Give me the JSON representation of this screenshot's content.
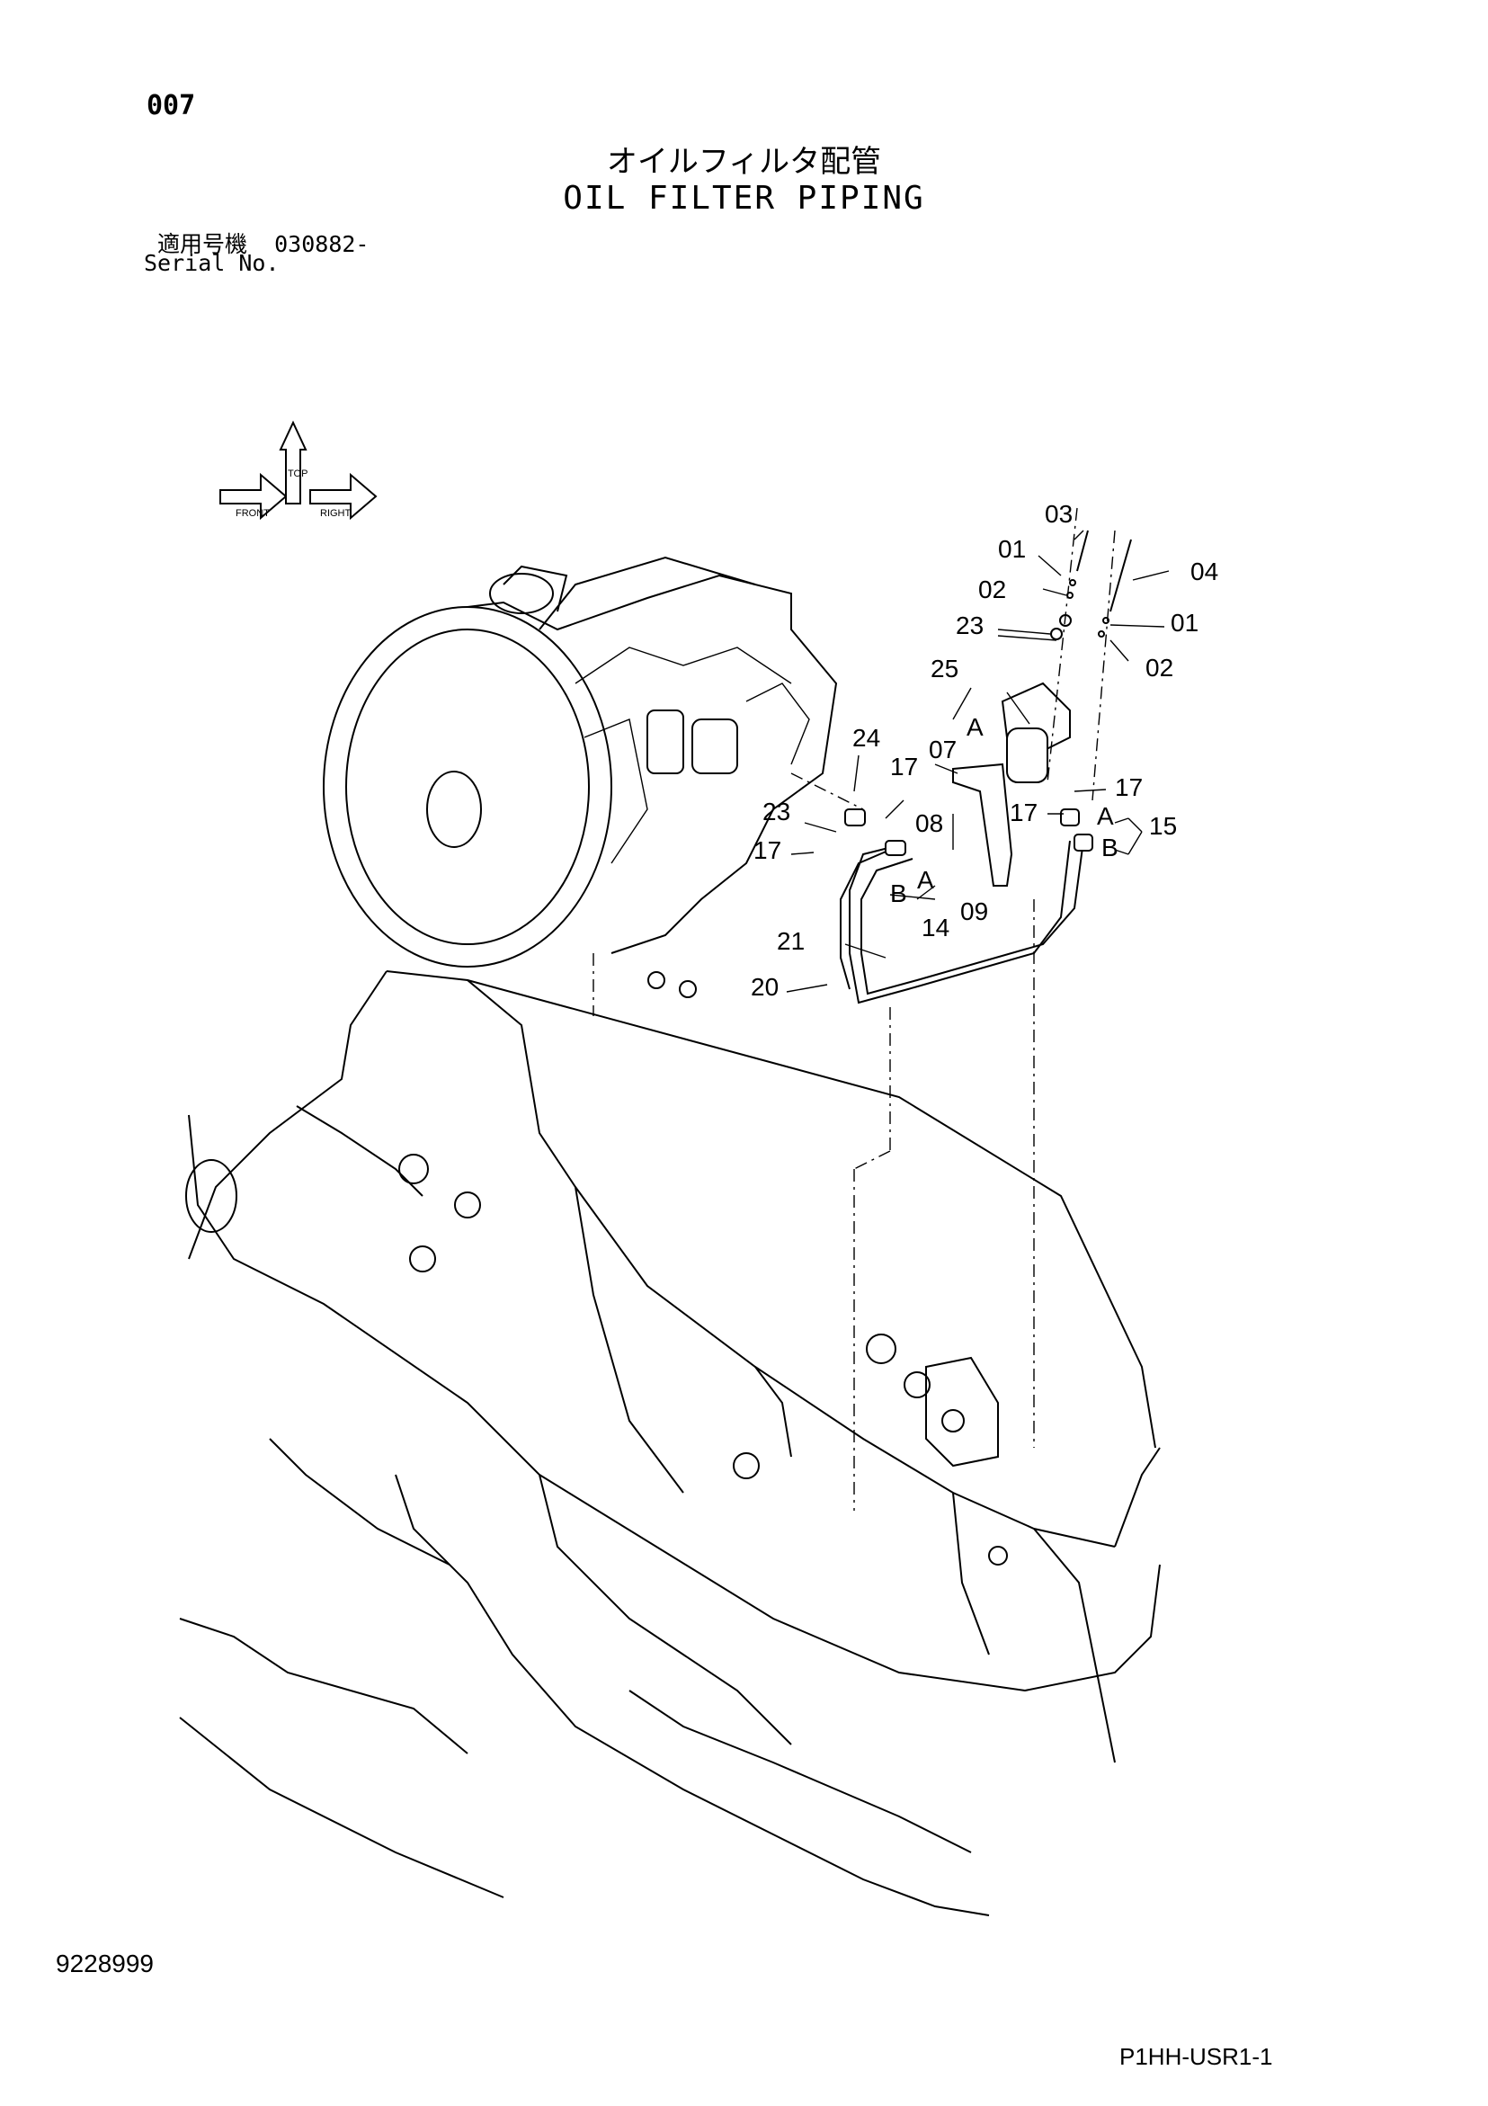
{
  "header": {
    "page_number": "007",
    "title_jp": "オイルフィルタ配管",
    "title_en": "OIL FILTER PIPING",
    "serial_label_jp": "適用号機",
    "serial_value": "030882-",
    "serial_label_en": "Serial No."
  },
  "orientation_icon": {
    "icon": "direction-arrows-icon",
    "labels": [
      "FRONT",
      "TOP",
      "RIGHT"
    ]
  },
  "callouts": [
    {
      "id": "c03",
      "text": "03"
    },
    {
      "id": "c01a",
      "text": "01"
    },
    {
      "id": "c04",
      "text": "04"
    },
    {
      "id": "c02a",
      "text": "02"
    },
    {
      "id": "c23a",
      "text": "23"
    },
    {
      "id": "c01b",
      "text": "01"
    },
    {
      "id": "c02b",
      "text": "02"
    },
    {
      "id": "c25",
      "text": "25"
    },
    {
      "id": "cA1",
      "text": "A"
    },
    {
      "id": "c24",
      "text": "24"
    },
    {
      "id": "c07",
      "text": "07"
    },
    {
      "id": "c17a",
      "text": "17"
    },
    {
      "id": "c17b",
      "text": "17"
    },
    {
      "id": "c17c",
      "text": "17"
    },
    {
      "id": "c23b",
      "text": "23"
    },
    {
      "id": "c08",
      "text": "08"
    },
    {
      "id": "cA2",
      "text": "A"
    },
    {
      "id": "c15",
      "text": "15"
    },
    {
      "id": "c17d",
      "text": "17"
    },
    {
      "id": "cB1",
      "text": "B"
    },
    {
      "id": "cB2",
      "text": "B"
    },
    {
      "id": "cA3",
      "text": "A"
    },
    {
      "id": "c09",
      "text": "09"
    },
    {
      "id": "c14",
      "text": "14"
    },
    {
      "id": "c21",
      "text": "21"
    },
    {
      "id": "c20",
      "text": "20"
    }
  ],
  "footer": {
    "doc_number": "9228999",
    "page_code": "P1HH-USR1-1"
  }
}
